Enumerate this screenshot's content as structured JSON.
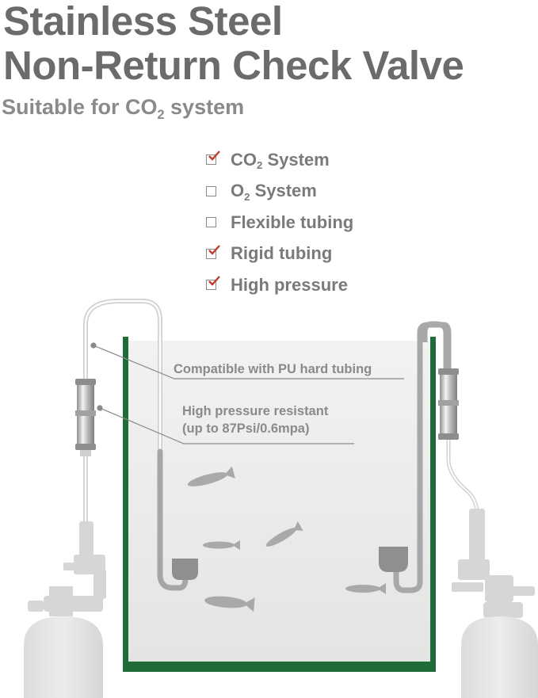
{
  "header": {
    "title_line_1": "Stainless Steel",
    "title_line_2": "Non-Return Check Valve",
    "subtitle_prefix": "Suitable for CO",
    "subtitle_sub": "2",
    "subtitle_suffix": " system"
  },
  "checklist": [
    {
      "label_main": "CO",
      "label_sub": "2",
      "label_rest": " System",
      "checked": true
    },
    {
      "label_main": "O",
      "label_sub": "2",
      "label_rest": " System",
      "checked": false
    },
    {
      "label_main": "Flexible tubing",
      "label_sub": "",
      "label_rest": "",
      "checked": false
    },
    {
      "label_main": "Rigid tubing",
      "label_sub": "",
      "label_rest": "",
      "checked": true
    },
    {
      "label_main": "High pressure",
      "label_sub": "",
      "label_rest": "",
      "checked": true
    }
  ],
  "annotations": {
    "pu_tubing": "Compatible with PU hard tubing",
    "pressure_line_1": "High pressure resistant",
    "pressure_line_2": "(up to 87Psi/0.6mpa)"
  },
  "colors": {
    "text_dark": "#6b6b6b",
    "text_light": "#8a8a8a",
    "check_red": "#c0392b",
    "tank_green": "#1f6b3a",
    "water": "#e4e6e5",
    "metal": "#b9b9b9"
  },
  "icons": {
    "checked": "checked-box-icon",
    "unchecked": "empty-box-icon",
    "valve": "check-valve-icon",
    "cylinder": "co2-cylinder-icon",
    "fish": "fish-icon",
    "diffuser": "co2-diffuser-icon"
  }
}
